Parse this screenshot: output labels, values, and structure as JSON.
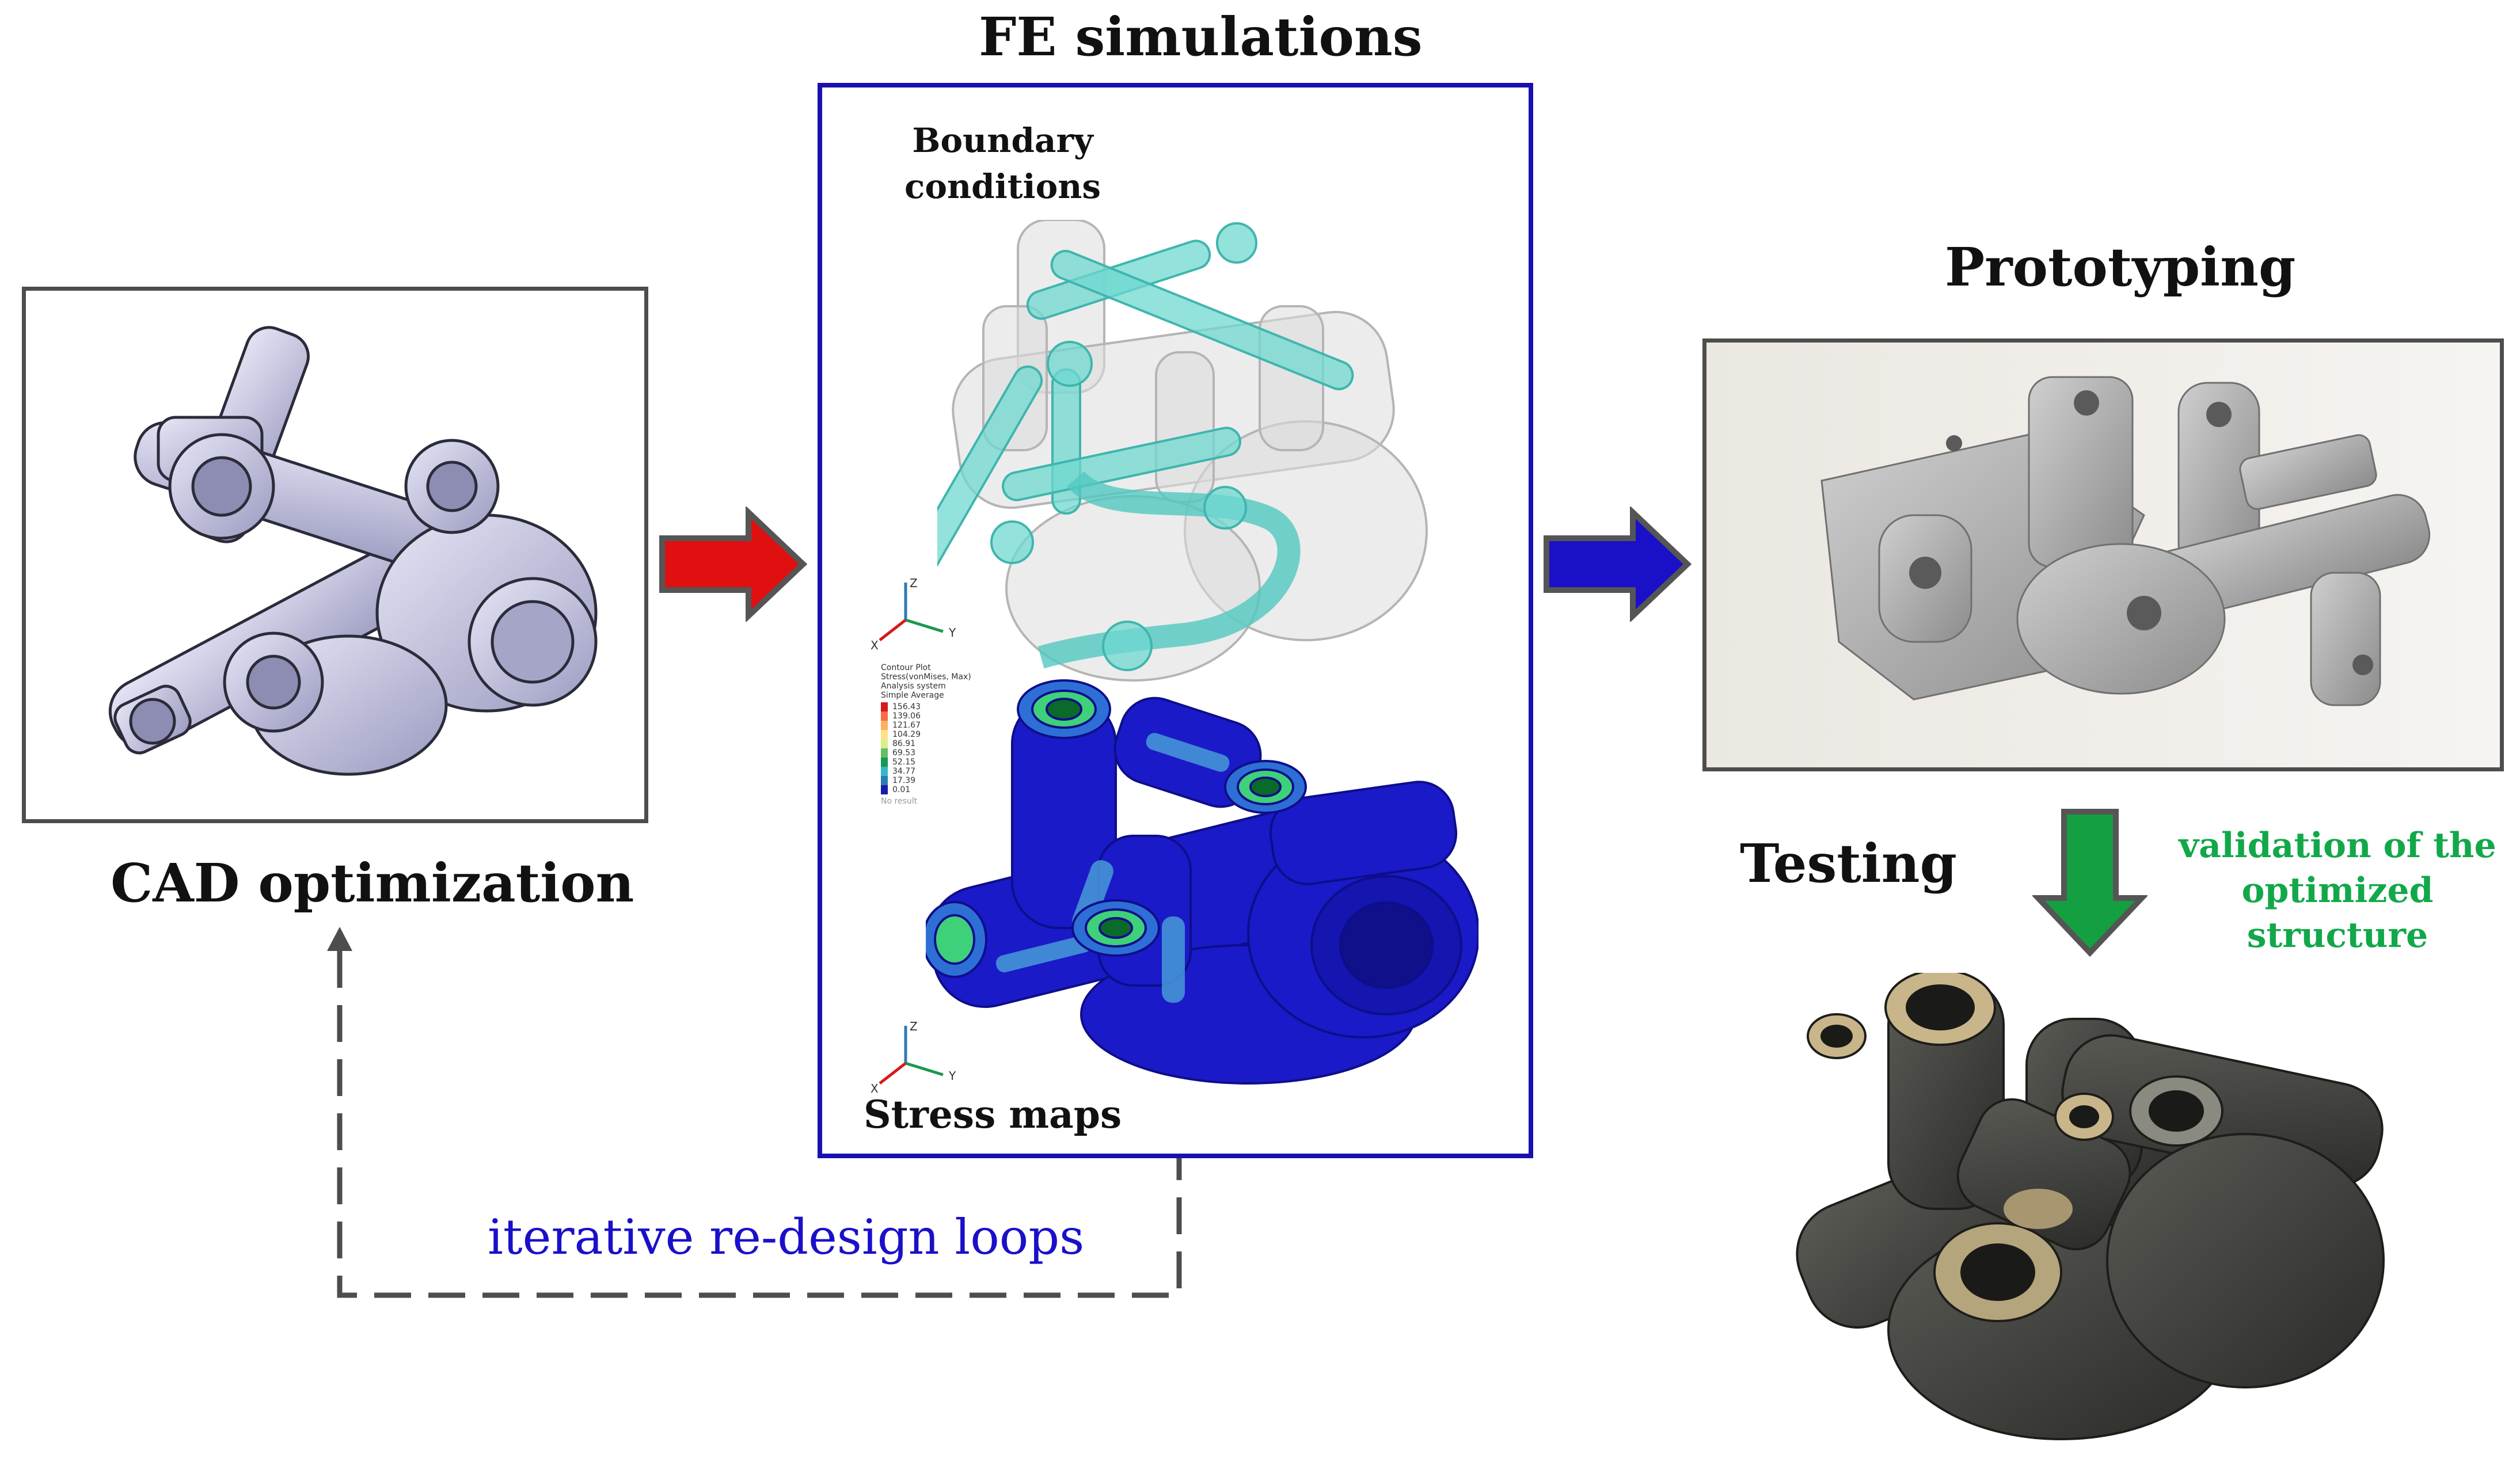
{
  "titles": {
    "fe_simulations": "FE simulations",
    "prototyping": "Prototyping",
    "cad_optimization": "CAD optimization",
    "testing": "Testing"
  },
  "fe_panel": {
    "boundary_conditions_line1": "Boundary",
    "boundary_conditions_line2": "conditions",
    "stress_maps": "Stress maps",
    "contour_legend": {
      "lines": [
        "Contour Plot",
        "Stress(vonMises, Max)",
        "Analysis system",
        "Simple Average"
      ],
      "values": [
        "156.43",
        "139.06",
        "121.67",
        "104.29",
        "86.91",
        "69.53",
        "52.15",
        "34.77",
        "17.39",
        "0.01"
      ],
      "footer": "No result",
      "colors": [
        "#d7191c",
        "#f46d43",
        "#fdae61",
        "#fee08b",
        "#d9ef8b",
        "#66bd63",
        "#1a9850",
        "#35b7c9",
        "#2c7bb6",
        "#1a1aa8"
      ]
    },
    "axis_labels": {
      "z": "Z",
      "y": "Y",
      "x": "X"
    }
  },
  "validation_note": {
    "line1": "validation of the",
    "line2": "optimized structure"
  },
  "loop_label": "iterative re-design loops",
  "colors": {
    "fe_frame": "#1a10b0",
    "cad_frame": "#4d4d4d",
    "proto_frame": "#4d4d4d",
    "arrow_red": "#e01010",
    "arrow_blue": "#1a10c8",
    "arrow_green": "#14a040",
    "arrow_outline": "#555555",
    "loop_text": "#1a10c8",
    "validation_text": "#12a84a",
    "dashed_line": "#4d4d4d"
  }
}
